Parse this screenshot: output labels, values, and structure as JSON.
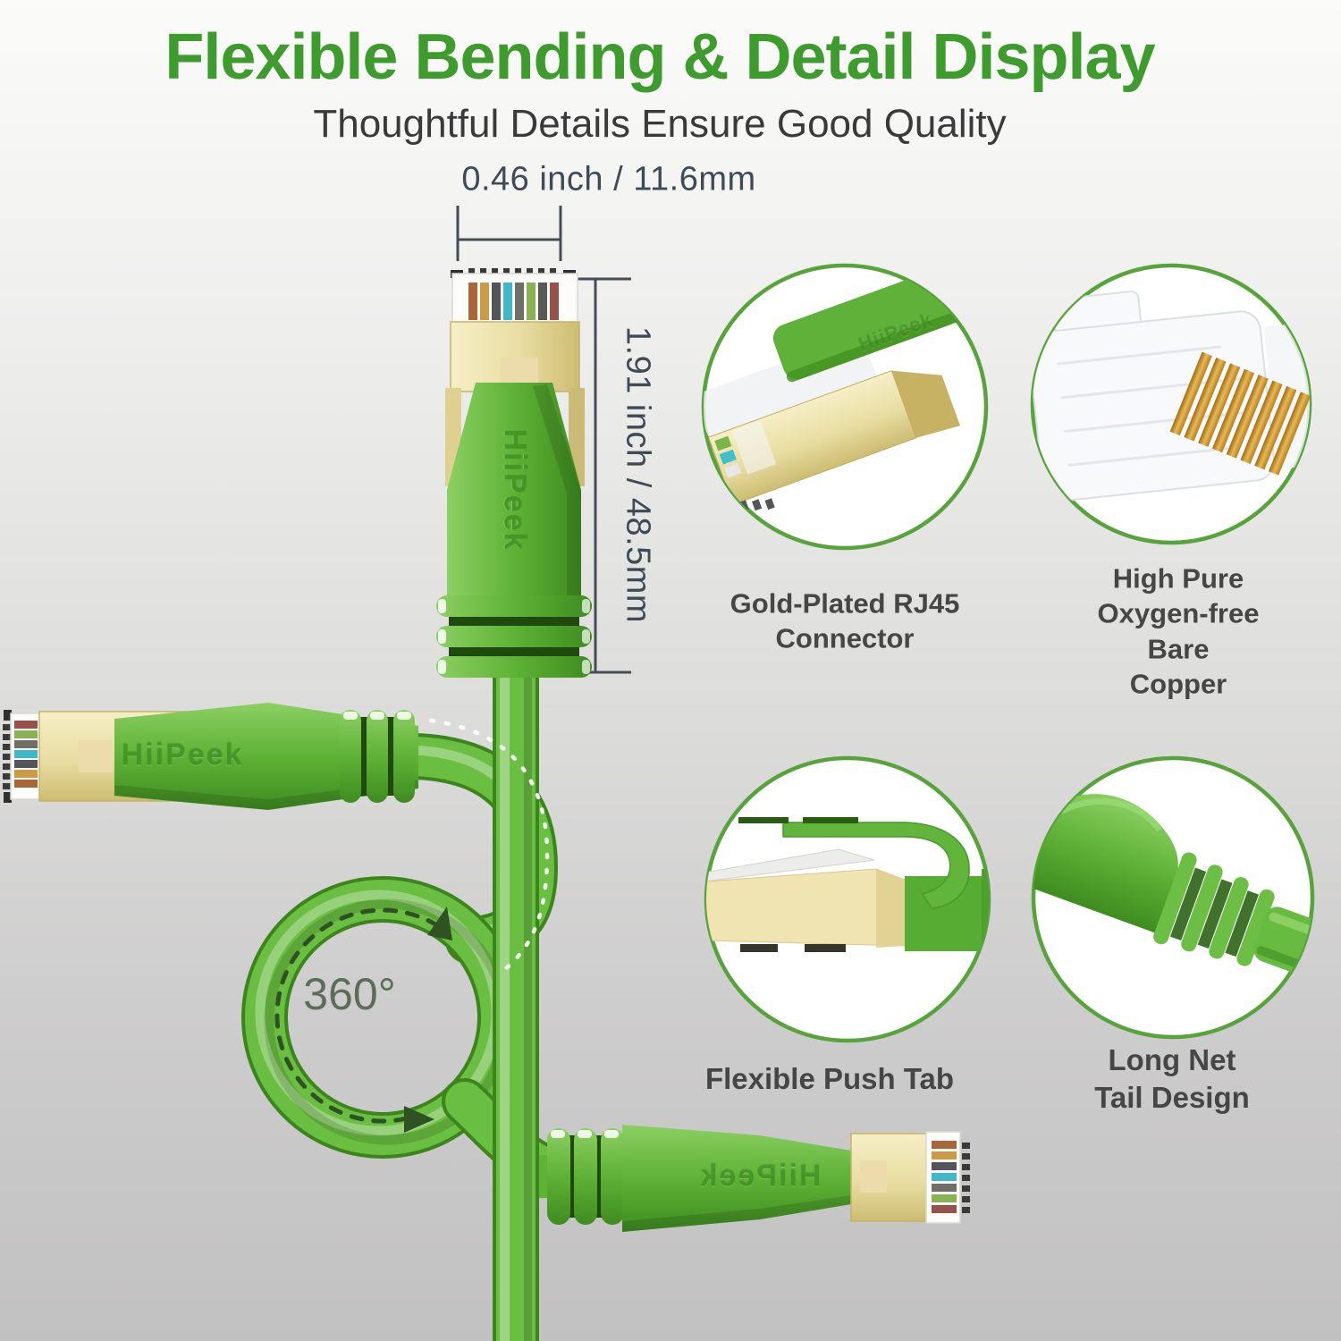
{
  "page": {
    "title": "Flexible Bending & Detail Display",
    "subtitle": "Thoughtful Details Ensure Good Quality"
  },
  "brand": {
    "name": "HiiPeek"
  },
  "dimensions": {
    "width_label": "0.46 inch / 11.6mm",
    "height_label": "1.91 inch / 48.5mm",
    "rotation_label": "360°"
  },
  "callouts": [
    {
      "id": "gold-plated-rj45-connector",
      "label": "Gold-Plated RJ45\nConnector"
    },
    {
      "id": "high-pure-oxygen-free-bare-copper",
      "label": "High Pure\nOxygen-free Bare\nCopper"
    },
    {
      "id": "flexible-push-tab",
      "label": "Flexible Push Tab"
    },
    {
      "id": "long-net-tail-design",
      "label": "Long Net Tail Design"
    }
  ],
  "colors": {
    "title_green": "#3e9b2e",
    "cable_green": "#6abe42",
    "cable_edge_green": "#3c851d",
    "boot_green": "#5eb236",
    "ring_green": "#58a33b",
    "gold": "#e6dca0",
    "copper": "#c8922d",
    "text_dark": "#3a3a3a",
    "dimension_gray": "#454c54",
    "rotation_text": "#5e6d5a",
    "background_bottom": "#c2c1c1"
  }
}
